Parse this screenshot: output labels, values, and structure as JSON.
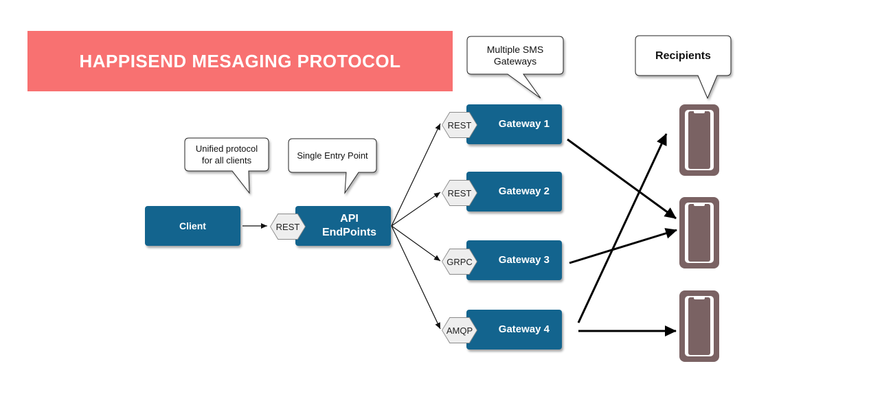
{
  "title": "HAPPISEND MESAGING PROTOCOL",
  "colors": {
    "banner": "#f87171",
    "node": "#13648e",
    "phone": "#7a6263",
    "protocol_badge": "#eeeeee"
  },
  "callouts": {
    "unified": "Unified protocol\nfor all clients",
    "single_entry": "Single Entry Point",
    "gateways": "Multiple SMS\nGateways",
    "recipients": "Recipients"
  },
  "client": {
    "label": "Client"
  },
  "api": {
    "label": "API\nEndPoints",
    "protocol": "REST"
  },
  "gateways": [
    {
      "label": "Gateway 1",
      "protocol": "REST"
    },
    {
      "label": "Gateway 2",
      "protocol": "REST"
    },
    {
      "label": "Gateway 3",
      "protocol": "GRPC"
    },
    {
      "label": "Gateway 4",
      "protocol": "AMQP"
    }
  ],
  "recipients": [
    {
      "icon": "mobile-phone-icon"
    },
    {
      "icon": "mobile-phone-icon"
    },
    {
      "icon": "mobile-phone-icon"
    }
  ],
  "connections": [
    {
      "from": "client",
      "to": "api"
    },
    {
      "from": "api",
      "to": "gateway-1"
    },
    {
      "from": "api",
      "to": "gateway-2"
    },
    {
      "from": "api",
      "to": "gateway-3"
    },
    {
      "from": "api",
      "to": "gateway-4"
    },
    {
      "from": "gateway-1",
      "to": "recipient-2"
    },
    {
      "from": "gateway-3",
      "to": "recipient-2"
    },
    {
      "from": "gateway-4",
      "to": "recipient-1"
    },
    {
      "from": "gateway-4",
      "to": "recipient-3"
    }
  ]
}
